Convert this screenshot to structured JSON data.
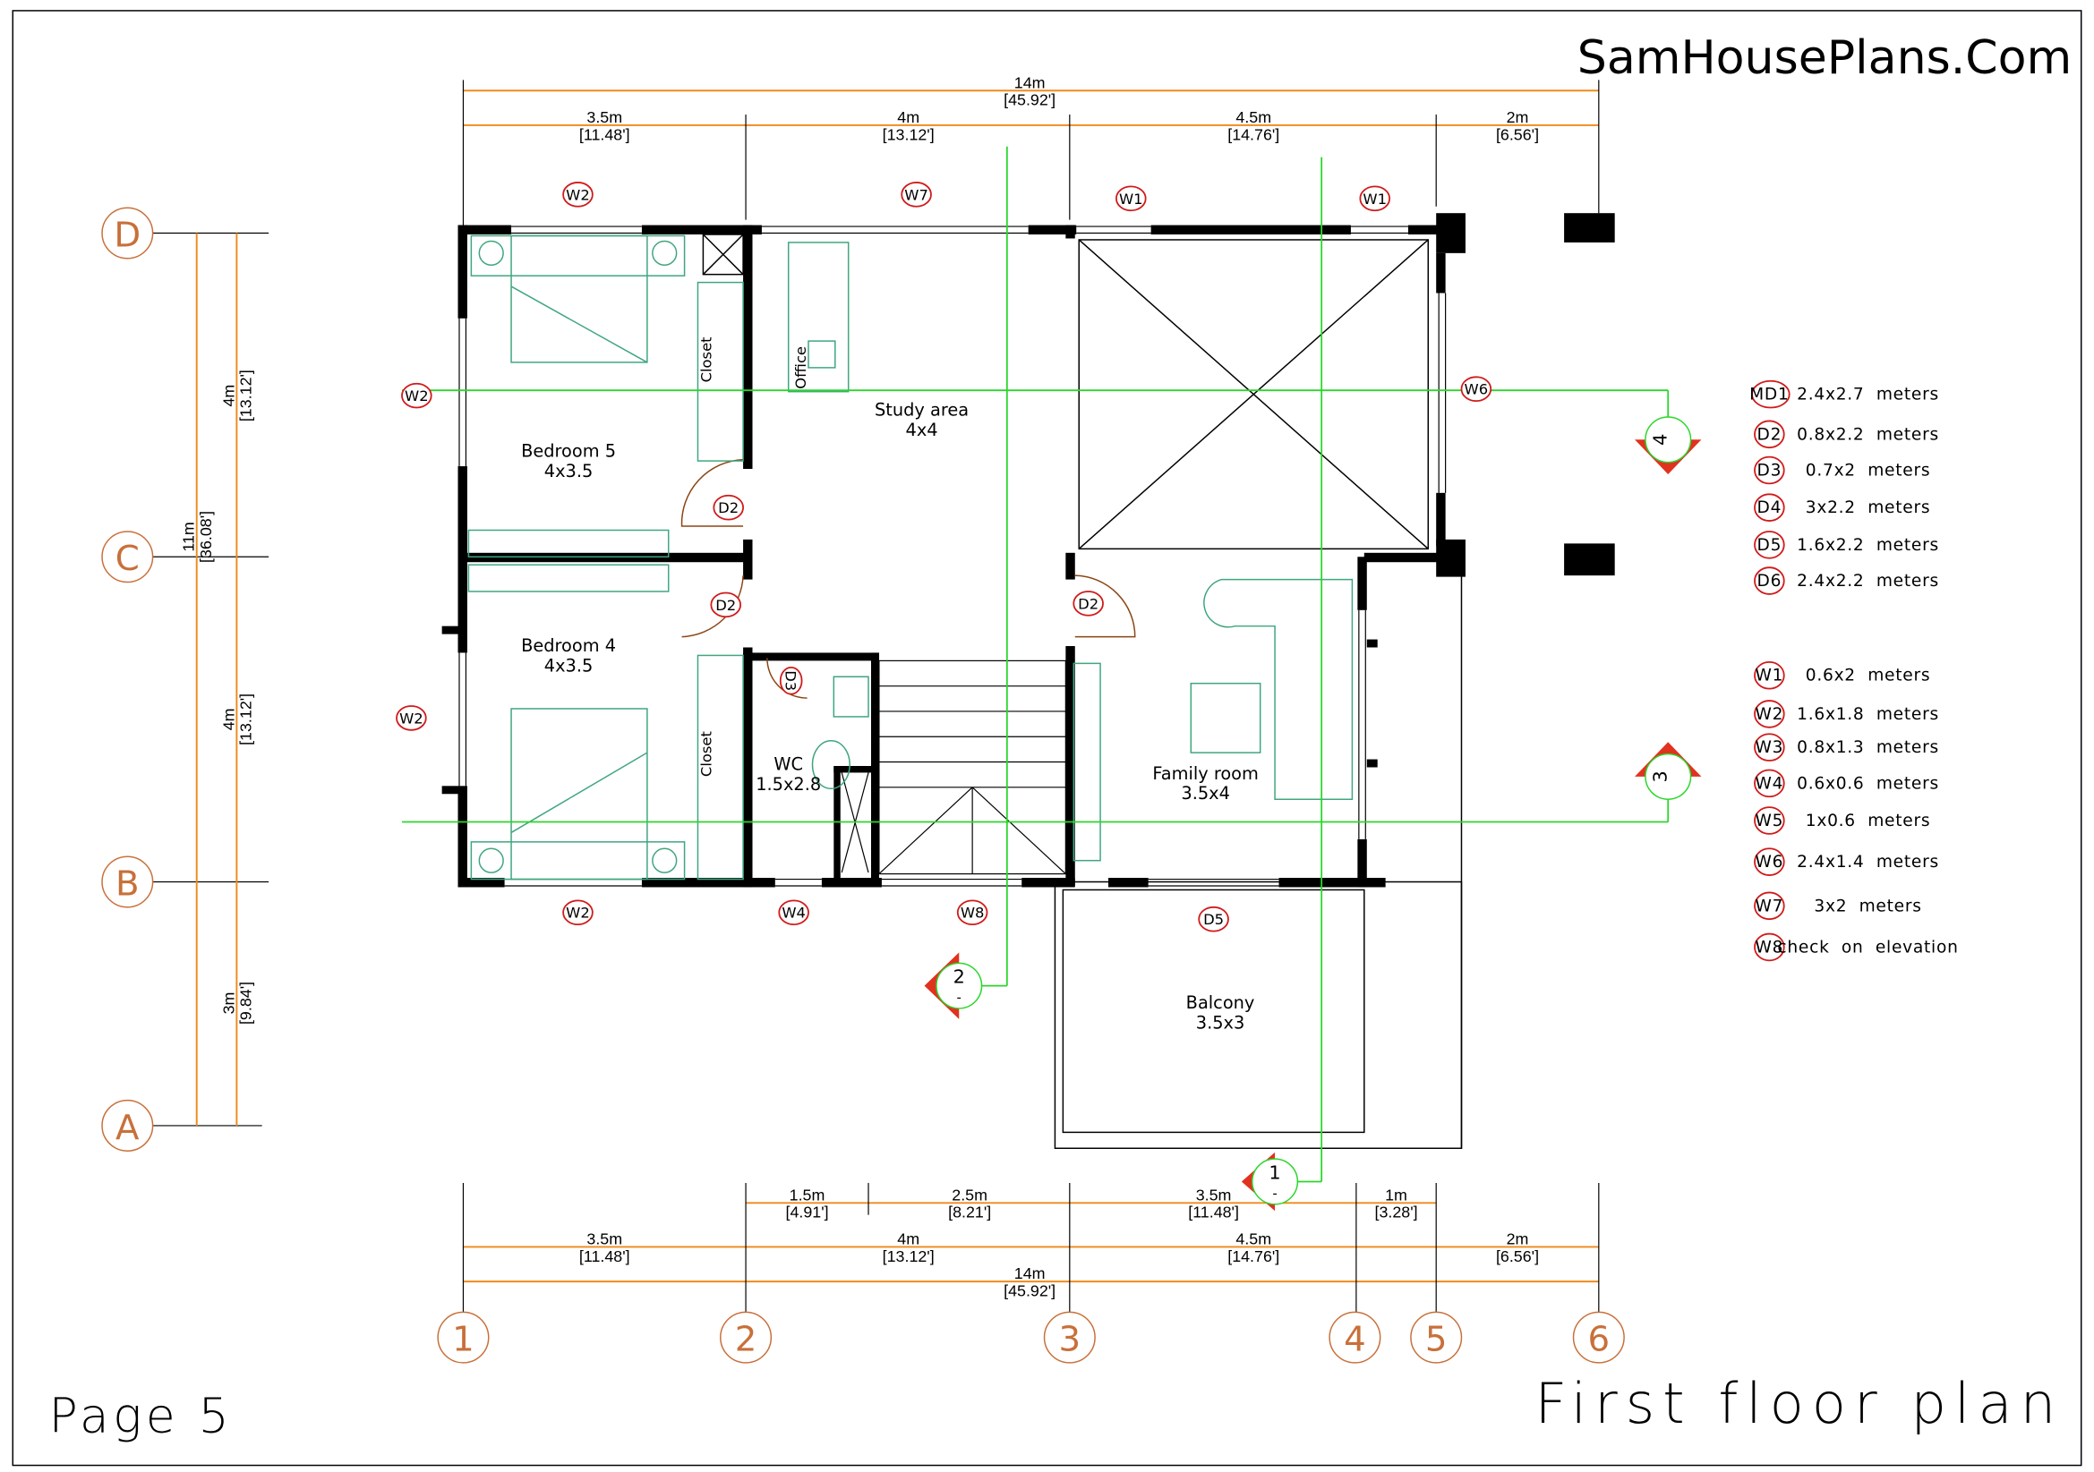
{
  "brand": "SamHousePlans.Com",
  "page_label": "Page 5",
  "plan_title": "First floor plan",
  "grid_columns": [
    "1",
    "2",
    "3",
    "4",
    "5",
    "6"
  ],
  "grid_rows": [
    "D",
    "C",
    "B",
    "A"
  ],
  "top_dims": {
    "total": {
      "m": "14m",
      "ft": "[45.92']"
    },
    "segments": [
      {
        "m": "3.5m",
        "ft": "[11.48']"
      },
      {
        "m": "4m",
        "ft": "[13.12']"
      },
      {
        "m": "4.5m",
        "ft": "[14.76']"
      },
      {
        "m": "2m",
        "ft": "[6.56']"
      }
    ]
  },
  "bottom_dims": {
    "inner": [
      {
        "m": "1.5m",
        "ft": "[4.91']"
      },
      {
        "m": "2.5m",
        "ft": "[8.21']"
      },
      {
        "m": "3.5m",
        "ft": "[11.48']"
      },
      {
        "m": "1m",
        "ft": "[3.28']"
      }
    ],
    "segments": [
      {
        "m": "3.5m",
        "ft": "[11.48']"
      },
      {
        "m": "4m",
        "ft": "[13.12']"
      },
      {
        "m": "4.5m",
        "ft": "[14.76']"
      },
      {
        "m": "2m",
        "ft": "[6.56']"
      }
    ],
    "total": {
      "m": "14m",
      "ft": "[45.92']"
    }
  },
  "left_dims": {
    "total": {
      "m": "11m",
      "ft": "[36.08']"
    },
    "segments": [
      {
        "m": "4m",
        "ft": "[13.12']"
      },
      {
        "m": "4m",
        "ft": "[13.12']"
      },
      {
        "m": "3m",
        "ft": "[9.84']"
      }
    ]
  },
  "rooms": {
    "bedroom5": {
      "name": "Bedroom  5",
      "size": "4x3.5"
    },
    "bedroom4": {
      "name": "Bedroom  4",
      "size": "4x3.5"
    },
    "study": {
      "name": "Study  area",
      "size": "4x4"
    },
    "family": {
      "name": "Family room",
      "size": "3.5x4"
    },
    "wc": {
      "name": "WC",
      "size": "1.5x2.8"
    },
    "balcony": {
      "name": "Balcony",
      "size": "3.5x3"
    },
    "closet": "Closet",
    "office": "Office"
  },
  "tags": {
    "W1": "W1",
    "W2": "W2",
    "W4": "W4",
    "W6": "W6",
    "W7": "W7",
    "W8": "W8",
    "D2": "D2",
    "D3": "D3",
    "D5": "D5"
  },
  "sections": [
    "1",
    "2",
    "3",
    "4"
  ],
  "section_sub": "-",
  "legend_doors": [
    {
      "code": "MD1",
      "size": "2.4x2.7  meters"
    },
    {
      "code": "D2",
      "size": "0.8x2.2  meters"
    },
    {
      "code": "D3",
      "size": "0.7x2  meters"
    },
    {
      "code": "D4",
      "size": "3x2.2  meters"
    },
    {
      "code": "D5",
      "size": "1.6x2.2  meters"
    },
    {
      "code": "D6",
      "size": "2.4x2.2  meters"
    }
  ],
  "legend_windows": [
    {
      "code": "W1",
      "size": "0.6x2  meters"
    },
    {
      "code": "W2",
      "size": "1.6x1.8  meters"
    },
    {
      "code": "W3",
      "size": "0.8x1.3  meters"
    },
    {
      "code": "W4",
      "size": "0.6x0.6  meters"
    },
    {
      "code": "W5",
      "size": "1x0.6  meters"
    },
    {
      "code": "W6",
      "size": "2.4x1.4  meters"
    },
    {
      "code": "W7",
      "size": "3x2  meters"
    },
    {
      "code": "W8",
      "size": "check  on  elevation"
    }
  ],
  "colors": {
    "dim": "#f08a1a",
    "axis": "#c8703a",
    "tag": "#d01a1a",
    "section": "#2bd62b",
    "furniture": "#3fa67e"
  }
}
